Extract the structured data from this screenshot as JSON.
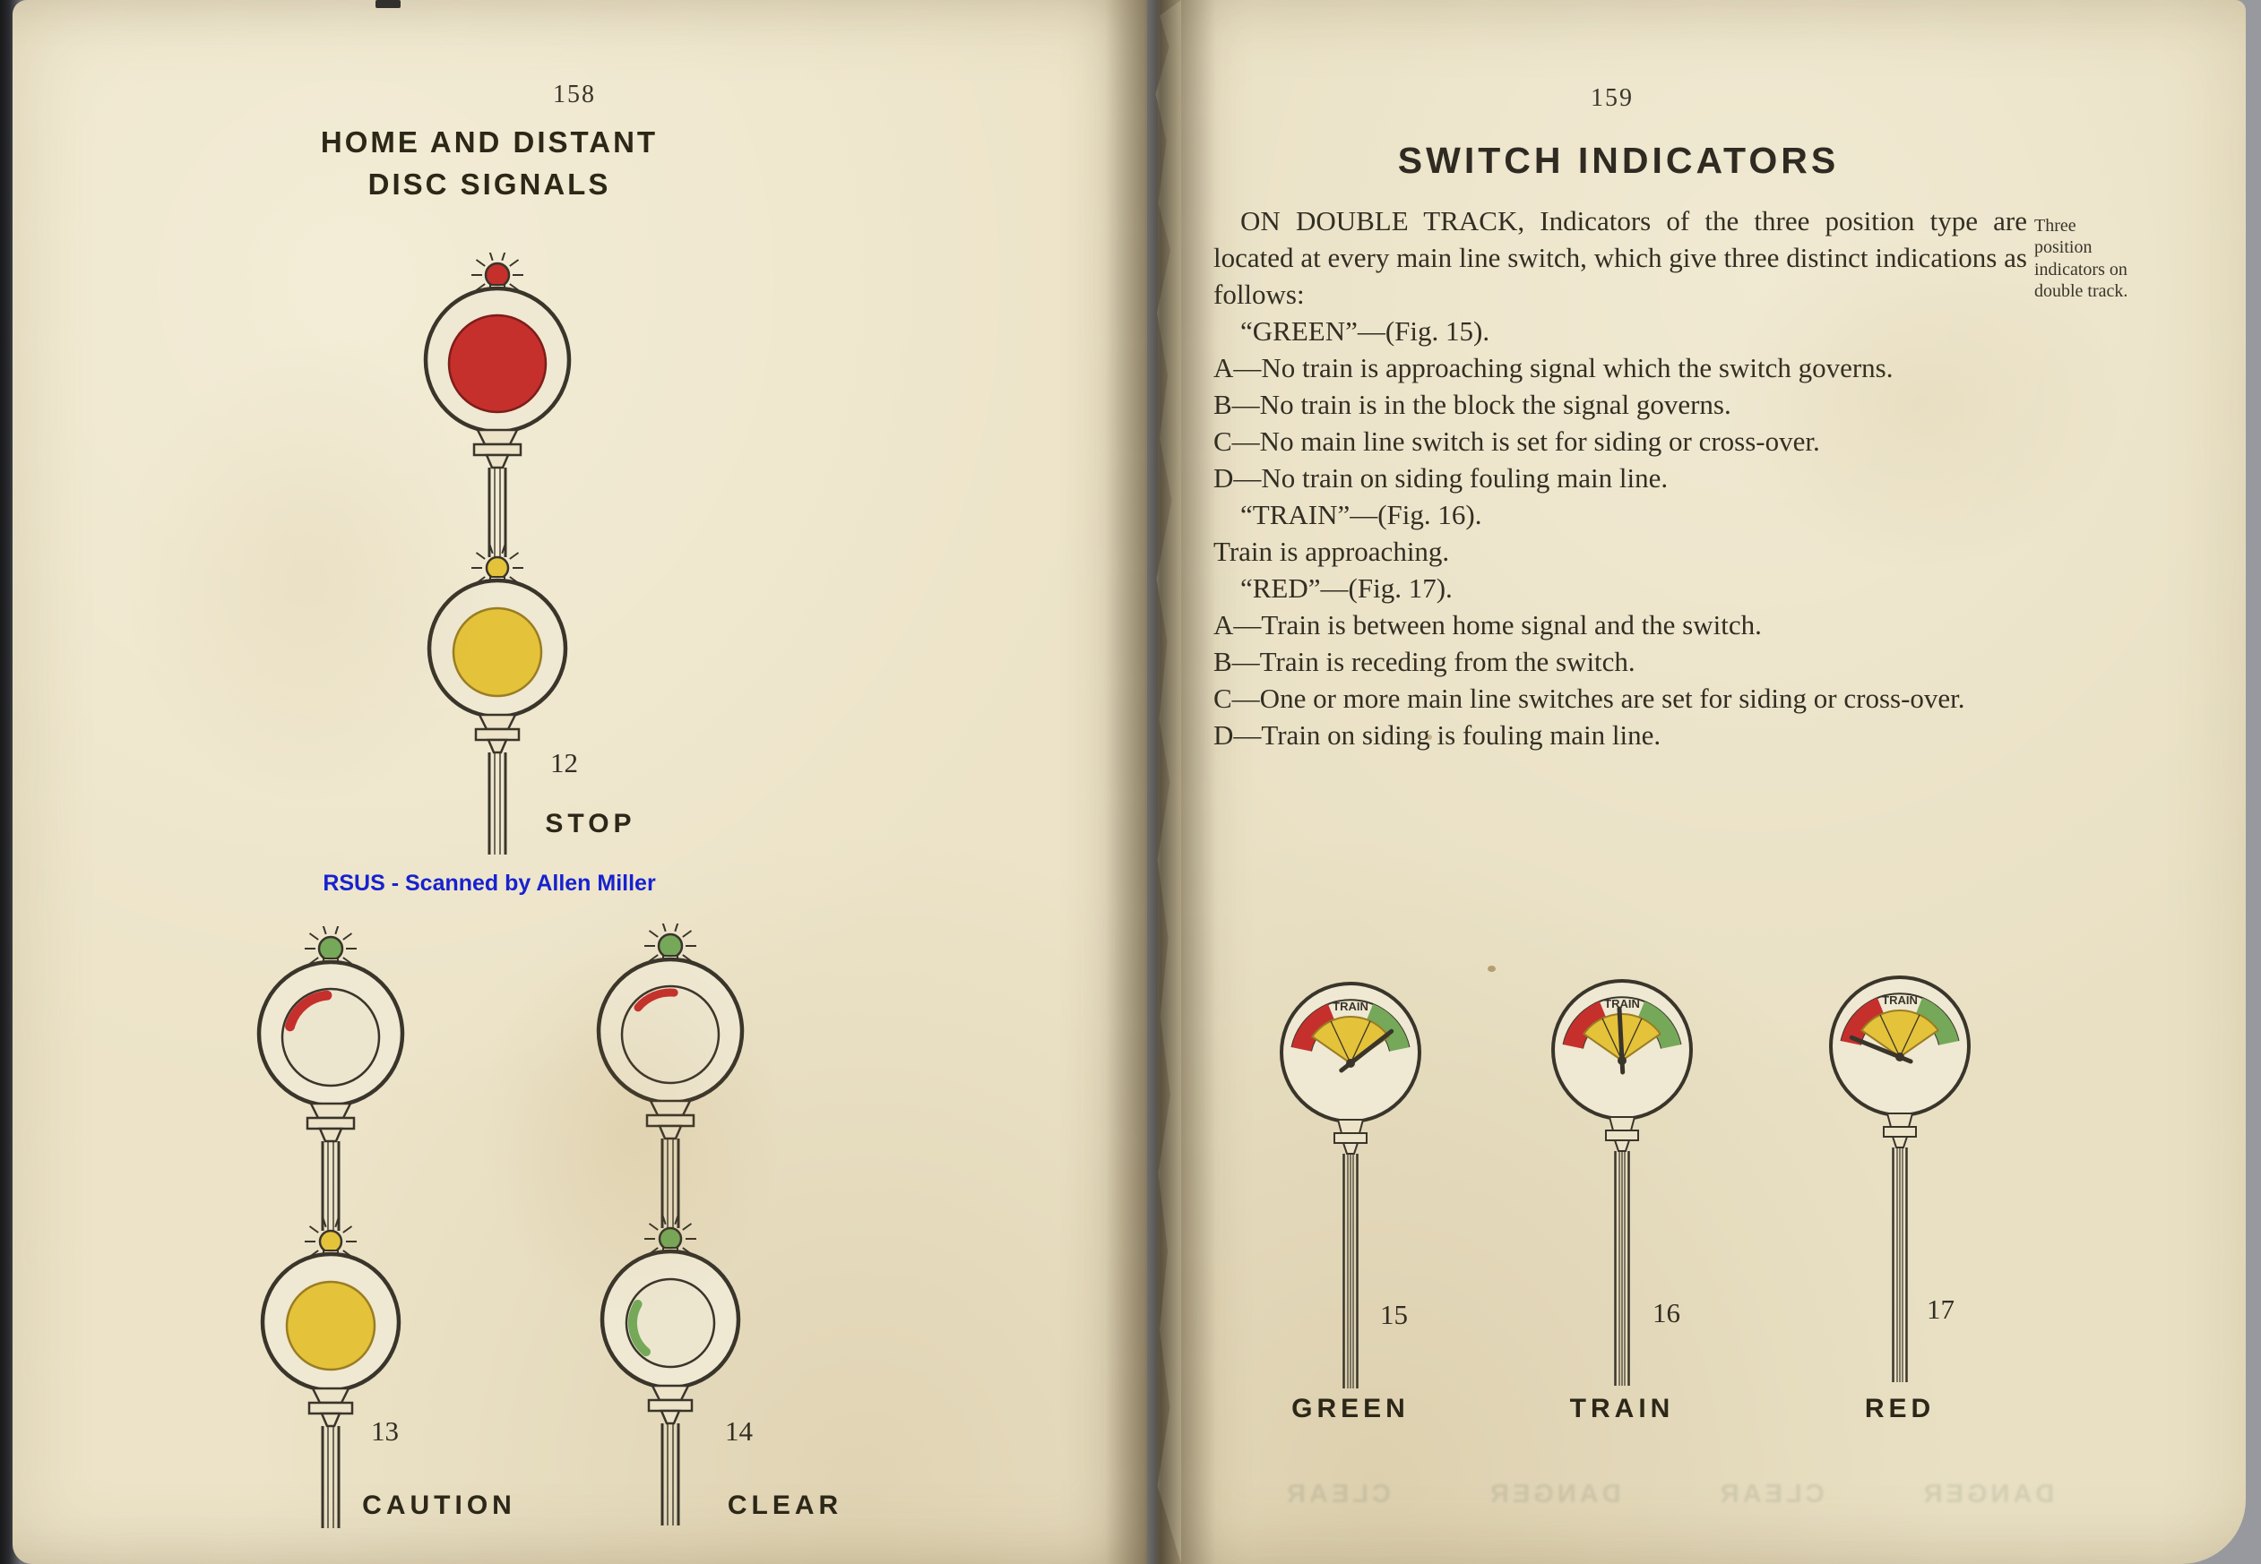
{
  "left_page": {
    "page_number": "158",
    "title_line1": "HOME AND DISTANT",
    "title_line2": "DISC SIGNALS",
    "watermark": "RSUS - Scanned by Allen Miller",
    "figures": [
      {
        "number": "12",
        "caption": "STOP"
      },
      {
        "number": "13",
        "caption": "CAUTION"
      },
      {
        "number": "14",
        "caption": "CLEAR"
      }
    ]
  },
  "right_page": {
    "page_number": "159",
    "title": "SWITCH INDICATORS",
    "intro": "ON DOUBLE TRACK, Indicators of the three position type are located at every main line switch, which give three distinct indications as follows:",
    "margin_note": "Three position indicators on double track.",
    "sections": [
      {
        "heading": "“GREEN”—(Fig. 15).",
        "items": [
          "A—No train is approaching signal which the switch governs.",
          "B—No train is in the block the signal governs.",
          "C—No main line switch is set for siding or cross-over.",
          "D—No train on siding fouling main line."
        ]
      },
      {
        "heading": "“TRAIN”—(Fig. 16).",
        "items": [
          "Train is approaching."
        ]
      },
      {
        "heading": "“RED”—(Fig. 17).",
        "items": [
          "A—Train is between home signal and the switch.",
          "B—Train is receding from the switch.",
          "C—One or more main line switches are set for siding or cross-over.",
          "D—Train on siding is fouling main line."
        ]
      }
    ],
    "indicator_face_label": "TRAIN",
    "figures": [
      {
        "number": "15",
        "caption": "GREEN"
      },
      {
        "number": "16",
        "caption": "TRAIN"
      },
      {
        "number": "17",
        "caption": "RED"
      }
    ],
    "ghost_text": "DANGER CLEAR DANGER CLEAR"
  },
  "colors": {
    "signal_red": "#c5302c",
    "signal_yellow": "#e4c23a",
    "signal_green": "#76a859",
    "ink": "#342f25",
    "paper": "#eae1c6",
    "watermark_blue": "#1722cf"
  }
}
